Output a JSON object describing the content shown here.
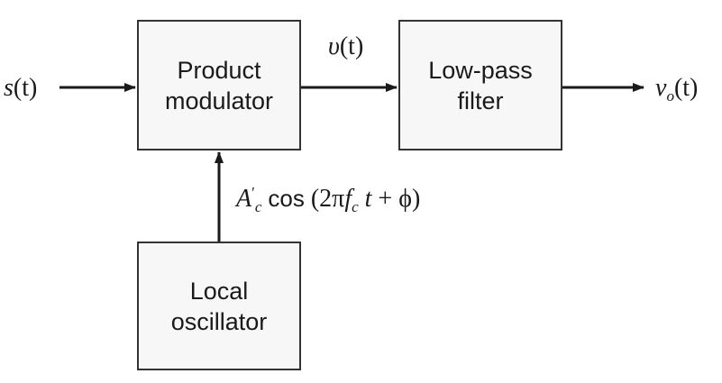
{
  "blocks": {
    "product_modulator": {
      "line1": "Product",
      "line2": "modulator"
    },
    "low_pass_filter": {
      "line1": "Low-pass",
      "line2": "filter"
    },
    "local_oscillator": {
      "line1": "Local",
      "line2": "oscillator"
    }
  },
  "signals": {
    "input": {
      "symbol": "s",
      "arg": "(t)"
    },
    "modulated": {
      "symbol": "υ",
      "arg": "(t)"
    },
    "output": {
      "symbol": "v",
      "subscript": "o",
      "arg": "(t)"
    },
    "carrier": {
      "amplitude": "A",
      "amplitude_sup": "′",
      "amplitude_sub": "c",
      "func": "cos",
      "open": "(2π",
      "freq": "f",
      "freq_sub": "c",
      "time": "t",
      "rest": "+ ϕ)"
    }
  },
  "colors": {
    "line": "#1a1a1a",
    "box_border": "#333333",
    "box_fill": "#f7f7f7"
  }
}
